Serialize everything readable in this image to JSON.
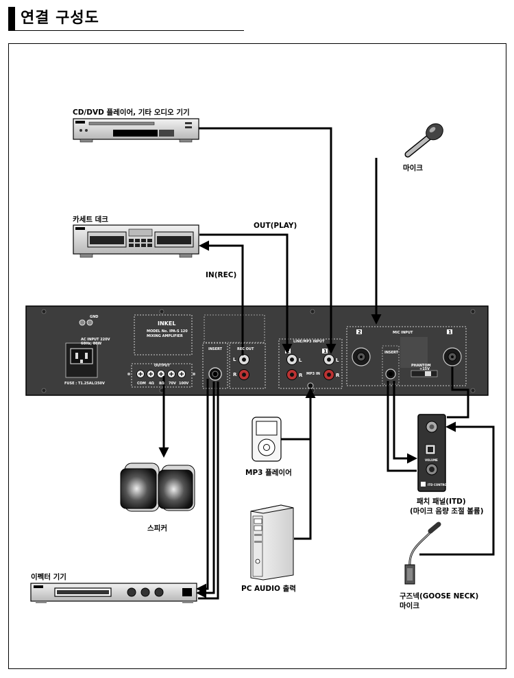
{
  "title": "연결 구성도",
  "devices": {
    "cd_player": "CD/DVD 플레이어, 기타 오디오 기기",
    "cassette": "카세트 데크",
    "mic": "마이크",
    "mp3": "MP3 플레이어",
    "pc": "PC AUDIO 출력",
    "speaker": "스피커",
    "effector": "이펙터 기기",
    "patch_panel_1": "패치 패널(ITD)",
    "patch_panel_2": "(마이크 음량 조절 볼륨)",
    "gooseneck_1": "구즈넥(GOOSE NECK)",
    "gooseneck_2": "마이크"
  },
  "signals": {
    "out_play": "OUT(PLAY)",
    "in_rec": "IN(REC)"
  },
  "panel": {
    "brand": "INKEL",
    "model": "MODEL No. IPA-S 120",
    "model_sub": "MIXING AMPLIFIER",
    "ac_input_1": "AC INPUT 220V",
    "ac_input_2": "60Hz, 80W",
    "fuse": "FUSE : T1.25AL/250V",
    "gnd": "GND",
    "output": "OUTPUT",
    "out_com": "COM",
    "out_4": "4Ω",
    "out_8": "8Ω",
    "out_70": "70V",
    "out_100": "100V",
    "insert": "INSERT",
    "rec_out": "REC OUT",
    "line_input": "LINE/MP3 INPUT",
    "mp3_in": "MP3 IN",
    "mic_input": "MIC INPUT",
    "ch1": "1",
    "ch2": "2",
    "phantom": "PHANTOM",
    "phantom_v": "+15V",
    "l": "L",
    "r": "R",
    "itd_label": "ITD CONTROL",
    "volume": "VOLUME"
  },
  "colors": {
    "panel": "#3d3d3d",
    "line": "#000000",
    "dashed": "#ffffff"
  }
}
